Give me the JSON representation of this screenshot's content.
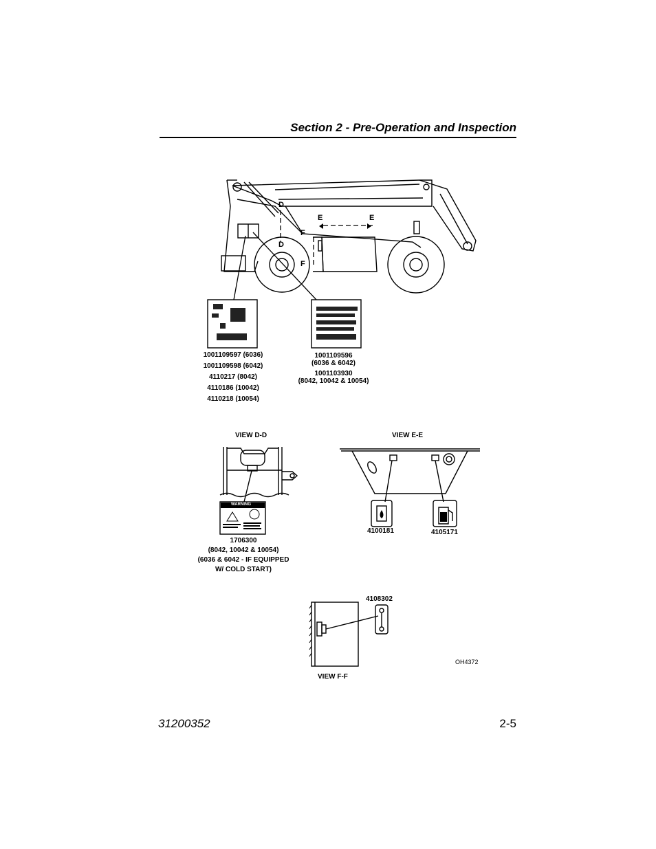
{
  "header": {
    "title": "Section 2 - Pre-Operation and Inspection"
  },
  "machine": {
    "marker_d": "D",
    "marker_e": "E",
    "marker_f": "F"
  },
  "decals": {
    "left_group": [
      "1001109597 (6036)",
      "1001109598 (6042)",
      "4110217 (8042)",
      "4110186 (10042)",
      "4110218 (10054)"
    ],
    "right_group_a": [
      "1001109596",
      "(6036 & 6042)"
    ],
    "right_group_b": [
      "1001103930",
      "(8042, 10042 & 10054)"
    ]
  },
  "views": {
    "dd": {
      "title": "VIEW D-D",
      "decal_warning": "WARNING",
      "caption": [
        "1706300",
        "(8042, 10042 & 10054)",
        "(6036 & 6042 - IF EQUIPPED",
        "W/ COLD START)"
      ]
    },
    "ee": {
      "title": "VIEW E-E",
      "decal_left": "4100181",
      "decal_right": "4105171"
    },
    "ff": {
      "title": "VIEW F-F",
      "decal": "4108302"
    }
  },
  "figure_id": "OH4372",
  "footer": {
    "doc_number": "31200352",
    "page": "2-5"
  }
}
